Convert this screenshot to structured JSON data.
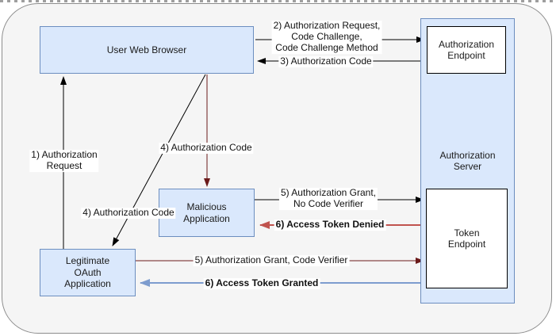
{
  "nodes": {
    "browser": {
      "label": "User Web Browser"
    },
    "auth_server": {
      "label": "Authorization\nServer"
    },
    "auth_endpoint": {
      "label": "Authorization\nEndpoint"
    },
    "token_endpoint": {
      "label": "Token\nEndpoint"
    },
    "malicious_app": {
      "label": "Malicious\nApplication"
    },
    "legit_app": {
      "label": "Legitimate\nOAuth\nApplication"
    }
  },
  "edge_labels": {
    "step1": "1) Authorization\nRequest",
    "step2": "2) Authorization Request,\nCode Challenge,\nCode Challenge Method",
    "step3": "3) Authorization Code",
    "step4_to_malicious": "4) Authorization Code",
    "step4_to_legit": "4) Authorization Code",
    "step5_malicious": "5) Authorization Grant,\nNo Code Verifier",
    "step6_malicious": "6) Access Token Denied",
    "step5_legit": "5) Authorization Grant, Code Verifier",
    "step6_legit": "6) Access Token Granted"
  },
  "colors": {
    "node_fill": "#dae8fc",
    "node_border": "#6c8ebf",
    "endpoint_fill": "#ffffff",
    "endpoint_border": "#000000",
    "canvas_fill": "#f5f5f5",
    "canvas_border": "#8c8c8c",
    "arrow_black": "#000000",
    "arrow_dark_red": "#6b1a1a",
    "arrow_red": "#c0534e",
    "arrow_blue": "#7d9cce"
  }
}
